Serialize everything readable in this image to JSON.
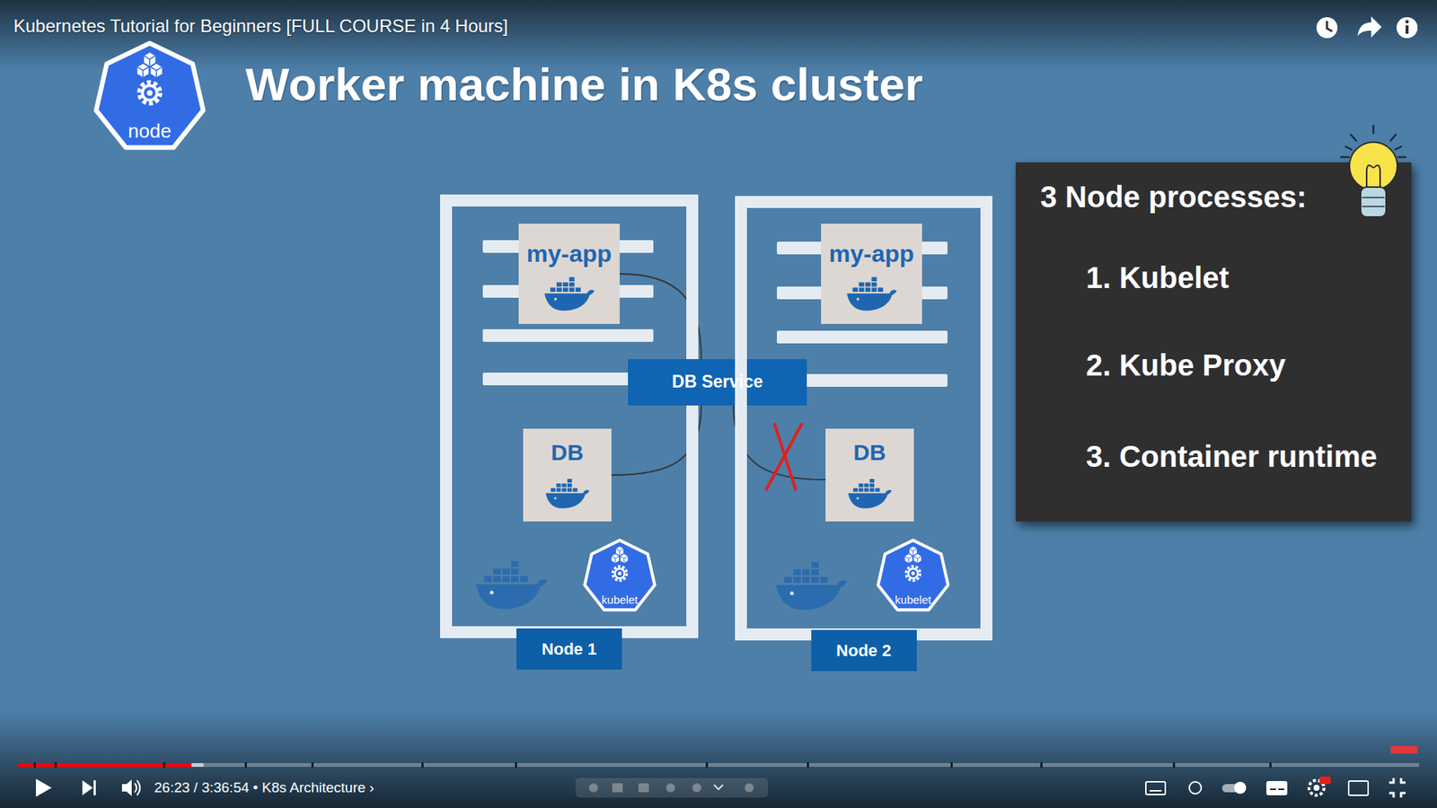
{
  "diagram": {
    "title": "Worker machine in K8s cluster",
    "nodes": [
      {
        "text": [
          "node"
        ]
      },
      {
        "text": [
          "Node 1"
        ]
      },
      {
        "text": [
          "my-app"
        ],
        "in": 1
      },
      {
        "text": [
          "DB"
        ],
        "in": 1
      },
      {
        "text": [
          "kubelet"
        ],
        "in": 1
      },
      {
        "text": [
          "DB Service"
        ]
      },
      {
        "text": [
          "Node 2"
        ]
      },
      {
        "text": [
          "my-app"
        ],
        "in": 6
      },
      {
        "text": [
          "DB"
        ],
        "in": 6
      },
      {
        "text": [
          "kubelet"
        ],
        "in": 6
      },
      {
        "text": [
          "3 Node processes:",
          "1. Kubelet",
          "2. Kube Proxy",
          "3. Container runtime"
        ]
      }
    ],
    "edges": [
      {
        "from": 2,
        "to": 5,
        "arrow": "none"
      },
      {
        "from": 3,
        "to": 5,
        "arrow": "none"
      },
      {
        "from": 8,
        "to": 5,
        "arrow": "none"
      }
    ],
    "labels": [
      "Kubernetes Tutorial for Beginners [FULL COURSE in 4 Hours]",
      "26:23 / 3:36:54 • K8s Architecture ›"
    ]
  }
}
